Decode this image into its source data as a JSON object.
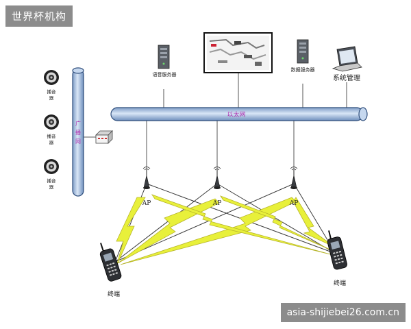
{
  "watermark": {
    "brand": "世界杯机构",
    "site": "asia-shijiebei26.com.cn"
  },
  "diagram": {
    "backbone_label": "以太网",
    "broadcast_bus_label": "广播网",
    "nodes": {
      "voice_server": "语音服务器",
      "data_server": "数据服务器",
      "system_management": "系统管理",
      "speaker": "播音器",
      "access_point": "AP",
      "terminal": "终端"
    }
  },
  "colors": {
    "pipe_fill": "#bcd2ec",
    "pipe_stroke": "#2e4d7b",
    "lightning": "#e8f03a",
    "link_line": "#333333",
    "label_accent": "#b033b0"
  }
}
